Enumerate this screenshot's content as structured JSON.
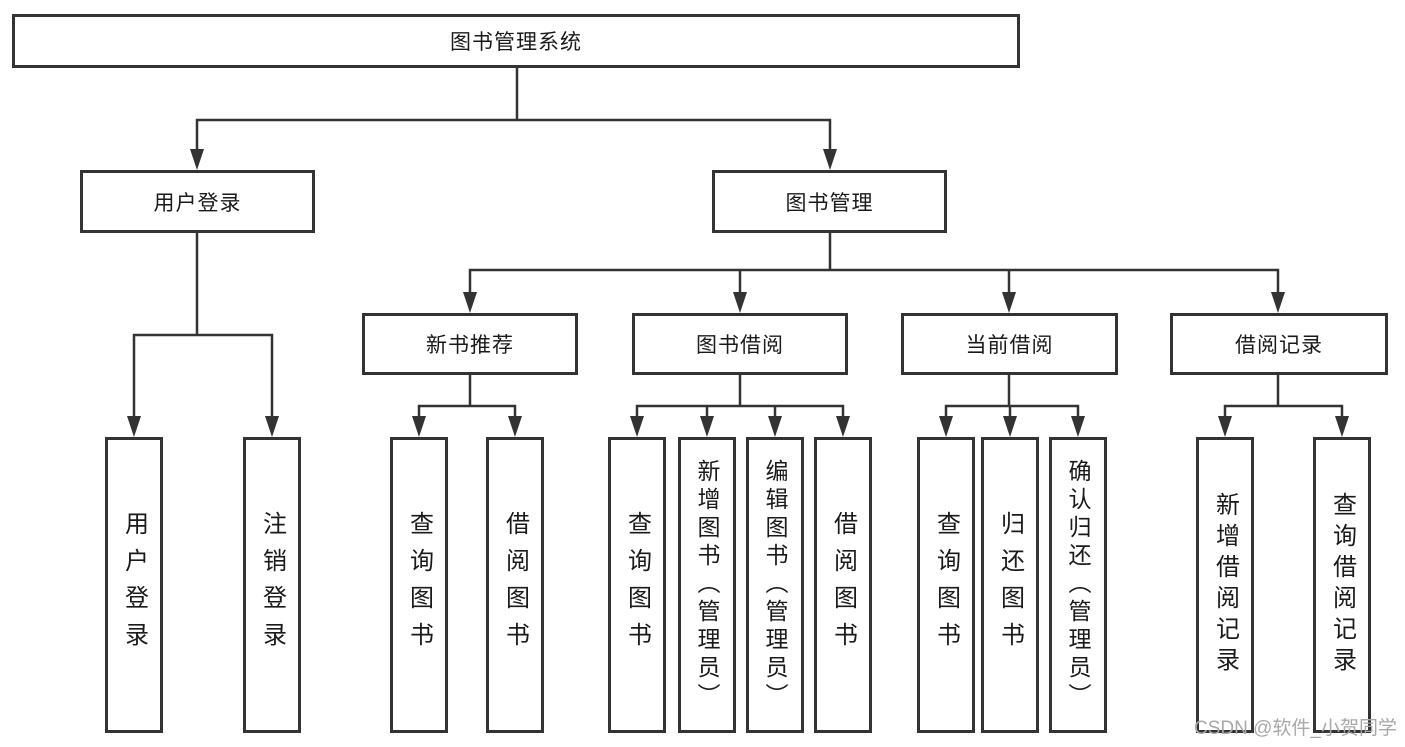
{
  "diagram": {
    "type": "hierarchy-chart",
    "colors": {
      "line": "#333333",
      "box_border": "#333333",
      "text": "#1a1a1a",
      "watermark": "#a8a8a8",
      "background": "#ffffff"
    },
    "tree": {
      "label": "图书管理系统",
      "children": [
        {
          "label": "用户登录",
          "children": [
            {
              "label": "用户登录"
            },
            {
              "label": "注销登录"
            }
          ]
        },
        {
          "label": "图书管理",
          "children": [
            {
              "label": "新书推荐",
              "children": [
                {
                  "label": "查询图书"
                },
                {
                  "label": "借阅图书"
                }
              ]
            },
            {
              "label": "图书借阅",
              "children": [
                {
                  "label": "查询图书"
                },
                {
                  "label": "新增图书（管理员）"
                },
                {
                  "label": "编辑图书（管理员）"
                },
                {
                  "label": "借阅图书"
                }
              ]
            },
            {
              "label": "当前借阅",
              "children": [
                {
                  "label": "查询图书"
                },
                {
                  "label": "归还图书"
                },
                {
                  "label": "确认归还（管理员）"
                }
              ]
            },
            {
              "label": "借阅记录",
              "children": [
                {
                  "label": "新增借阅记录"
                },
                {
                  "label": "查询借阅记录"
                }
              ]
            }
          ]
        }
      ]
    },
    "watermark": {
      "text": "CSDN @软件_小贺同学"
    }
  }
}
